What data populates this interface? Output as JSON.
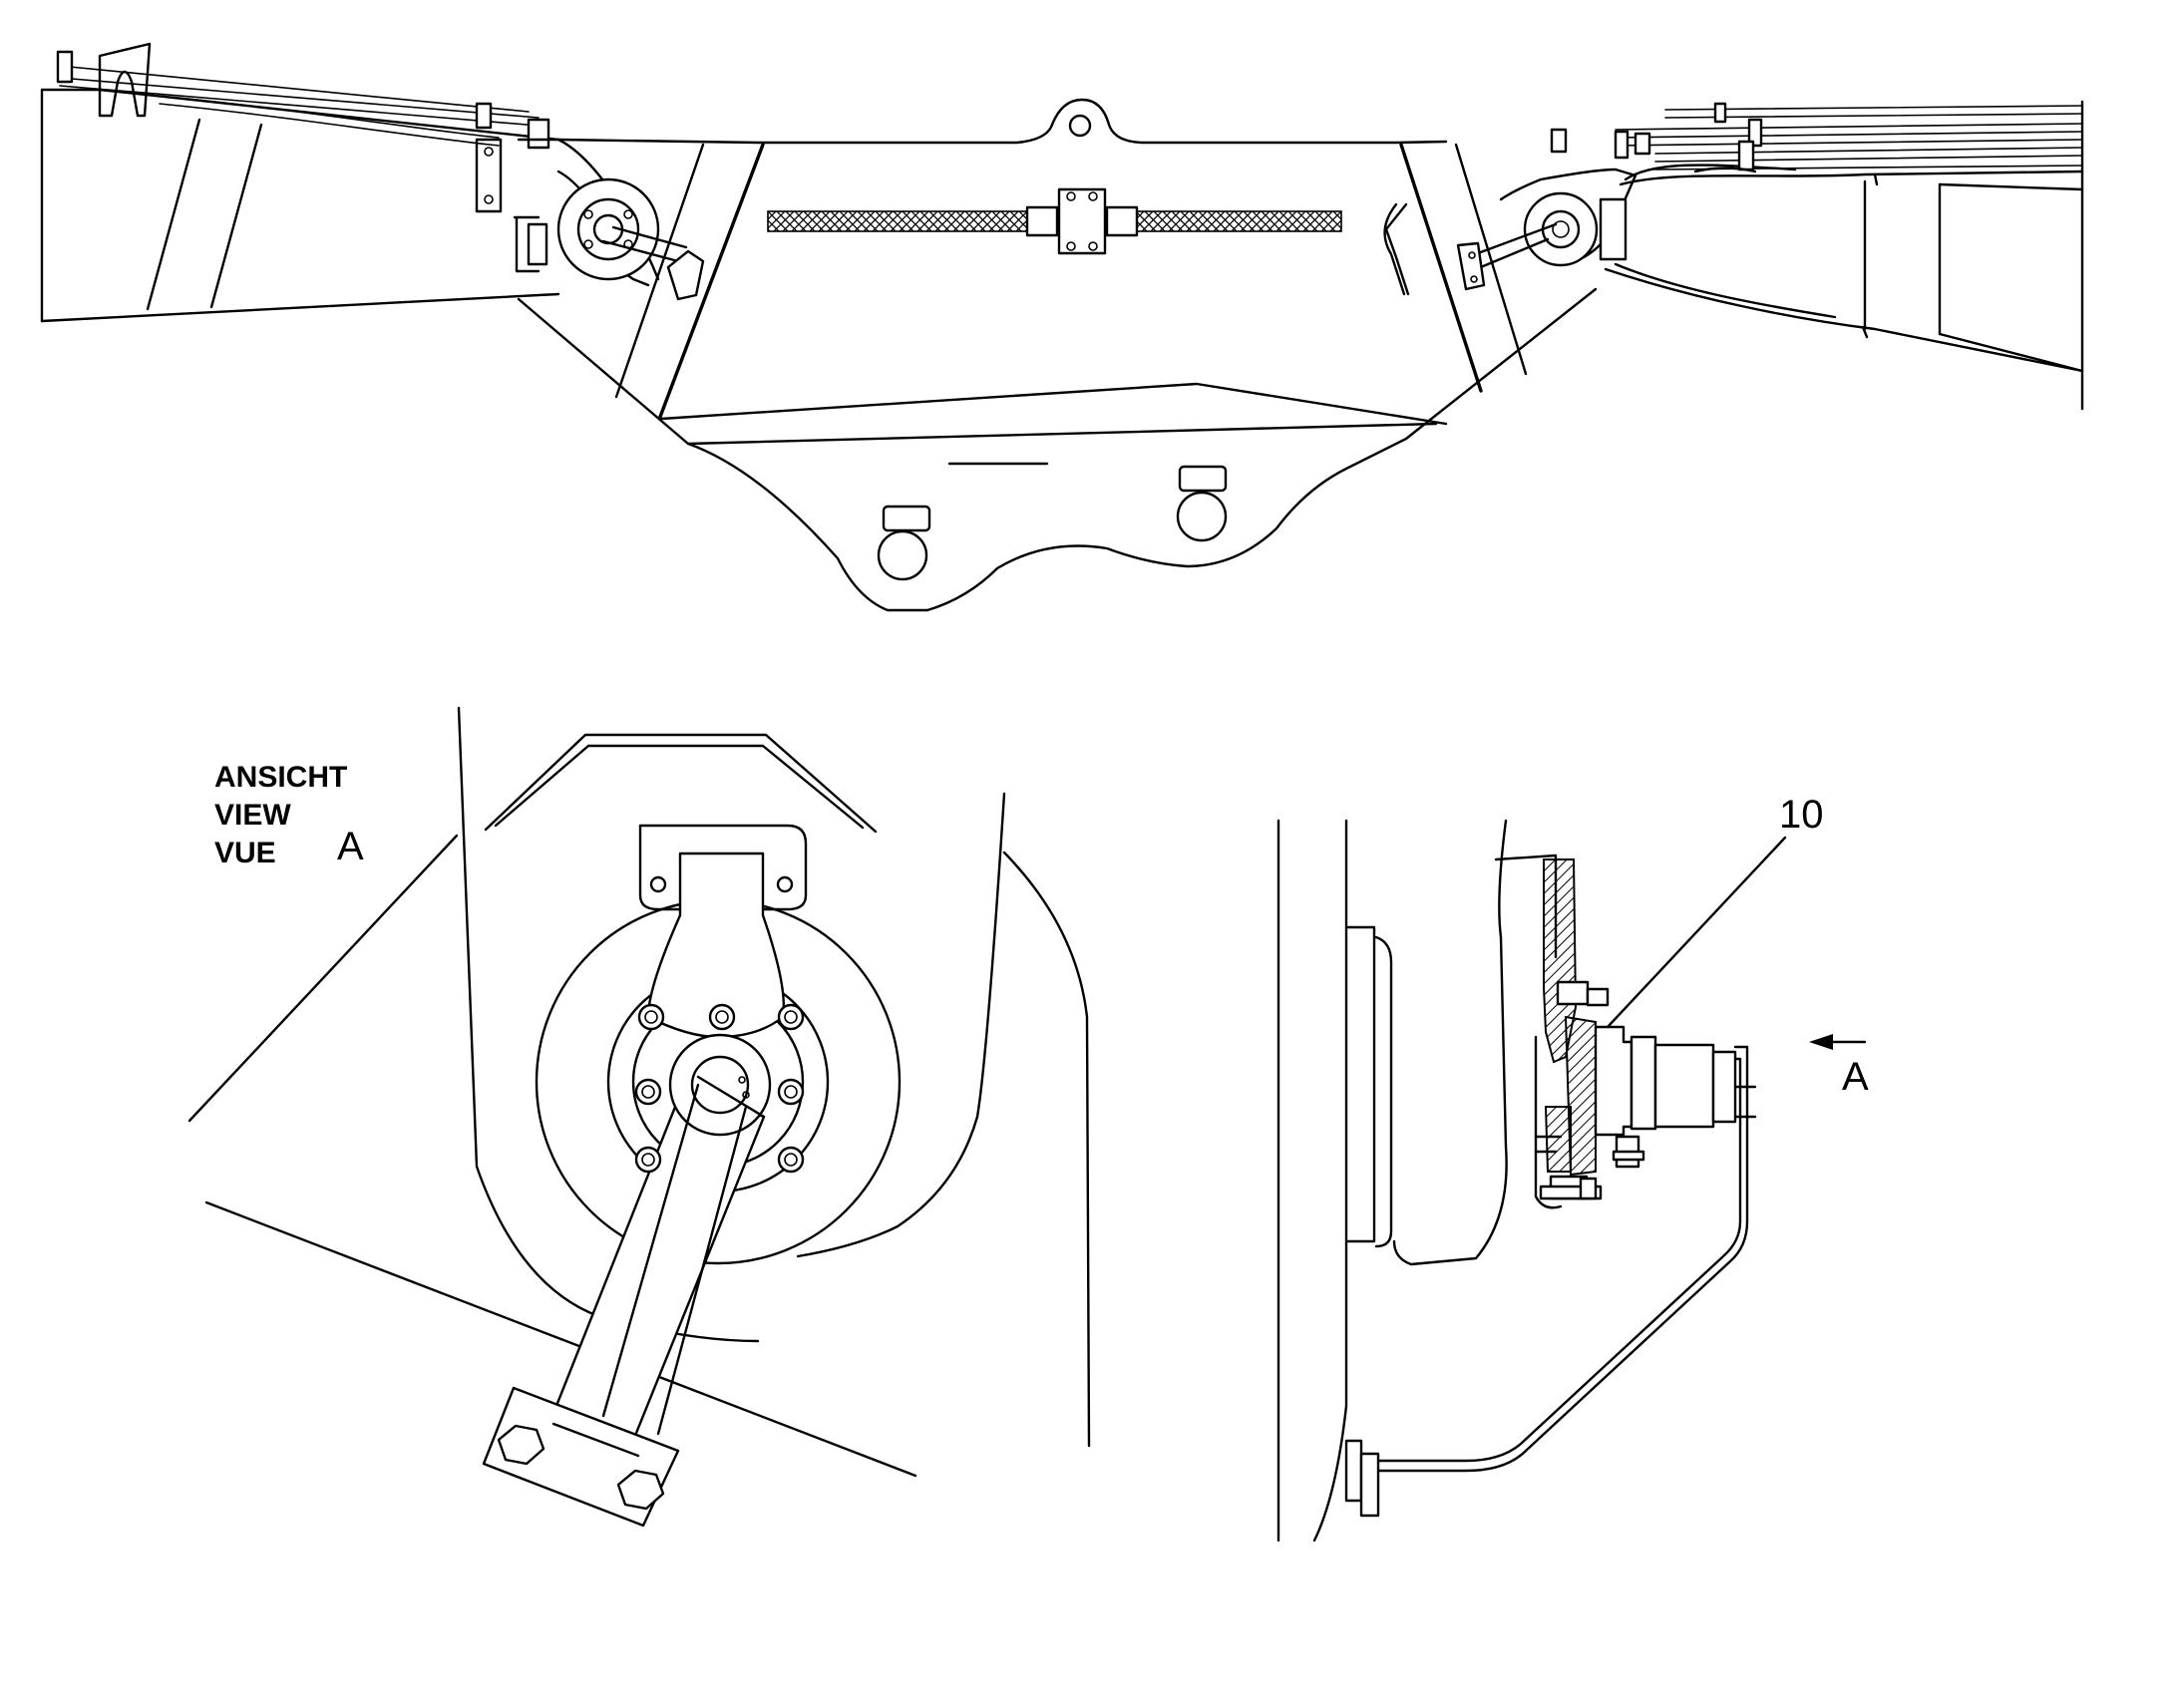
{
  "view_label": {
    "line1": "ANSICHT",
    "line2": "VIEW",
    "line3": "VUE",
    "letter": "A"
  },
  "callout": {
    "part_number": "10"
  },
  "view_arrow": {
    "letter": "A"
  }
}
